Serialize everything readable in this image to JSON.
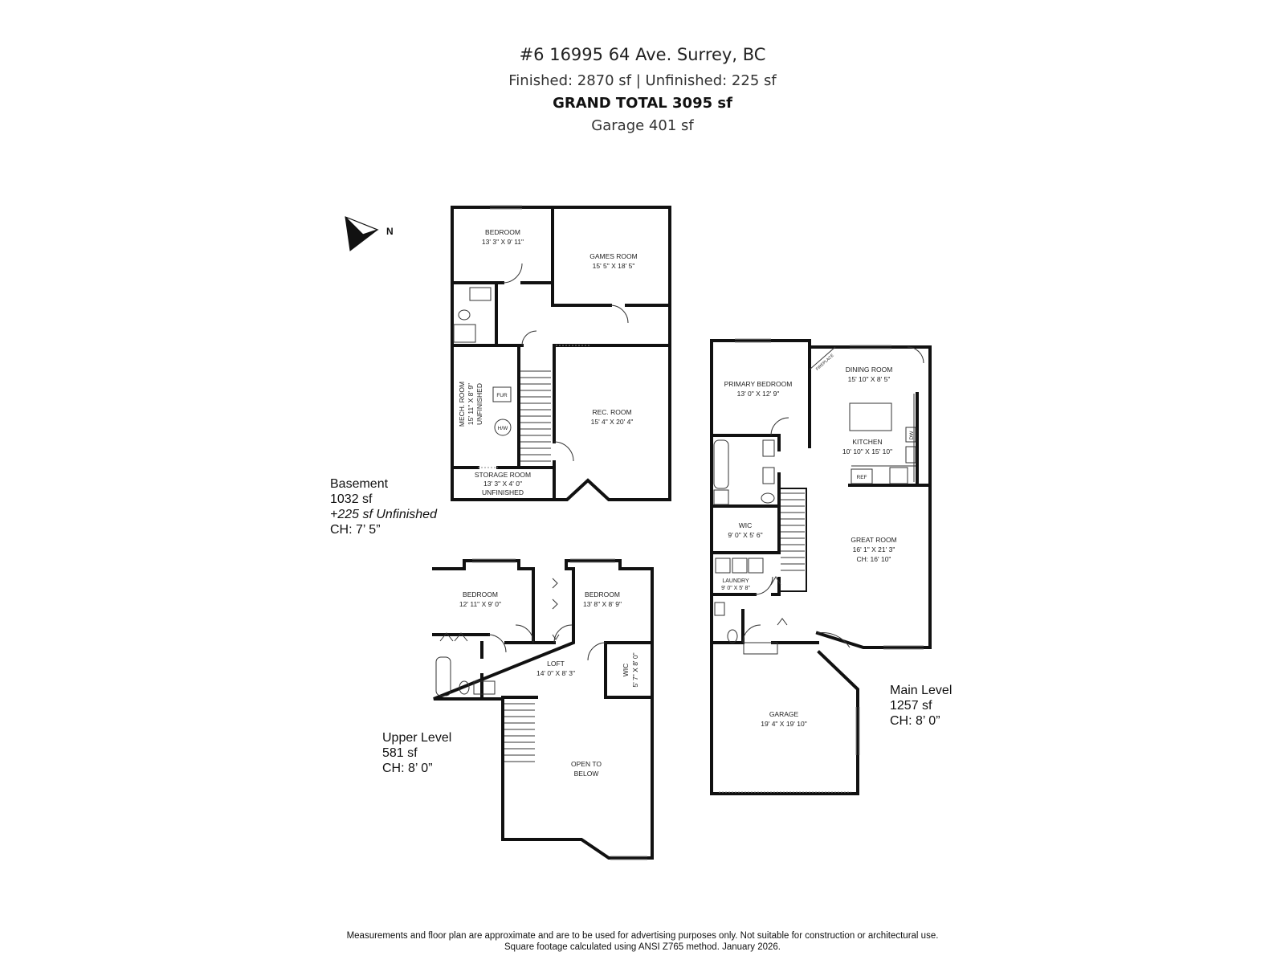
{
  "header": {
    "address": "#6 16995 64 Ave. Surrey, BC",
    "sizes": "Finished: 2870 sf | Unfinished: 225 sf",
    "total": "GRAND TOTAL  3095 sf",
    "garage": "Garage  401 sf"
  },
  "compass": {
    "label": "N"
  },
  "levels": {
    "basement": {
      "name": "Basement",
      "area": "1032 sf",
      "extra": "+225 sf Unfinished",
      "ceiling": "CH: 7’ 5”"
    },
    "upper": {
      "name": "Upper Level",
      "area": "581 sf",
      "ceiling": "CH: 8’ 0”"
    },
    "main": {
      "name": "Main Level",
      "area": "1257 sf",
      "ceiling": "CH: 8’ 0”"
    }
  },
  "rooms": {
    "basement_bedroom": {
      "name": "BEDROOM",
      "dims": "13' 3\" X 9' 11\""
    },
    "games_room": {
      "name": "GAMES ROOM",
      "dims": "15' 5\" X 18' 5\""
    },
    "mech_room": {
      "name": "MECH. ROOM",
      "dims": "15' 11\" X 8' 9\"",
      "note": "UNFINISHED"
    },
    "rec_room": {
      "name": "REC. ROOM",
      "dims": "15' 4\" X 20' 4\""
    },
    "storage_room": {
      "name": "STORAGE ROOM",
      "dims": "13' 3\" X 4' 0\"",
      "note": "UNFINISHED"
    },
    "upper_bedroom_1": {
      "name": "BEDROOM",
      "dims": "12' 11\" X 9' 0\""
    },
    "upper_bedroom_2": {
      "name": "BEDROOM",
      "dims": "13' 8\" X 8' 9\""
    },
    "loft": {
      "name": "LOFT",
      "dims": "14' 0\" X 8' 3\""
    },
    "upper_wic": {
      "name": "WIC",
      "dims": "5' 7\" X 8' 0\""
    },
    "open_to_below": {
      "line1": "OPEN TO",
      "line2": "BELOW"
    },
    "primary_bedroom": {
      "name": "PRIMARY BEDROOM",
      "dims": "13' 0\" X 12' 9\""
    },
    "dining_room": {
      "name": "DINING ROOM",
      "dims": "15' 10\" X 8' 5\""
    },
    "kitchen": {
      "name": "KITCHEN",
      "dims": "10' 10\" X 15' 10\""
    },
    "main_wic": {
      "name": "WIC",
      "dims": "9' 0\" X 5' 6\""
    },
    "great_room": {
      "name": "GREAT ROOM",
      "dims": "16' 1\" X 21' 3\"",
      "ceiling": "CH: 16' 10\""
    },
    "laundry": {
      "name": "LAUNDRY",
      "dims": "9' 0\" X 5' 8\""
    },
    "garage": {
      "name": "GARAGE",
      "dims": "19' 4\" X 19' 10\""
    }
  },
  "fixtures": {
    "furnace": "FUR",
    "hot_water": "H/W",
    "fridge": "REF",
    "dishwasher": "DW",
    "fireplace": "FIREPLACE"
  },
  "footer": {
    "line1": "Measurements and floor plan are approximate and are to be used for advertising purposes only. Not suitable for construction or architectural use.",
    "line2": "Square footage calculated using ANSI Z765 method. January 2026."
  }
}
